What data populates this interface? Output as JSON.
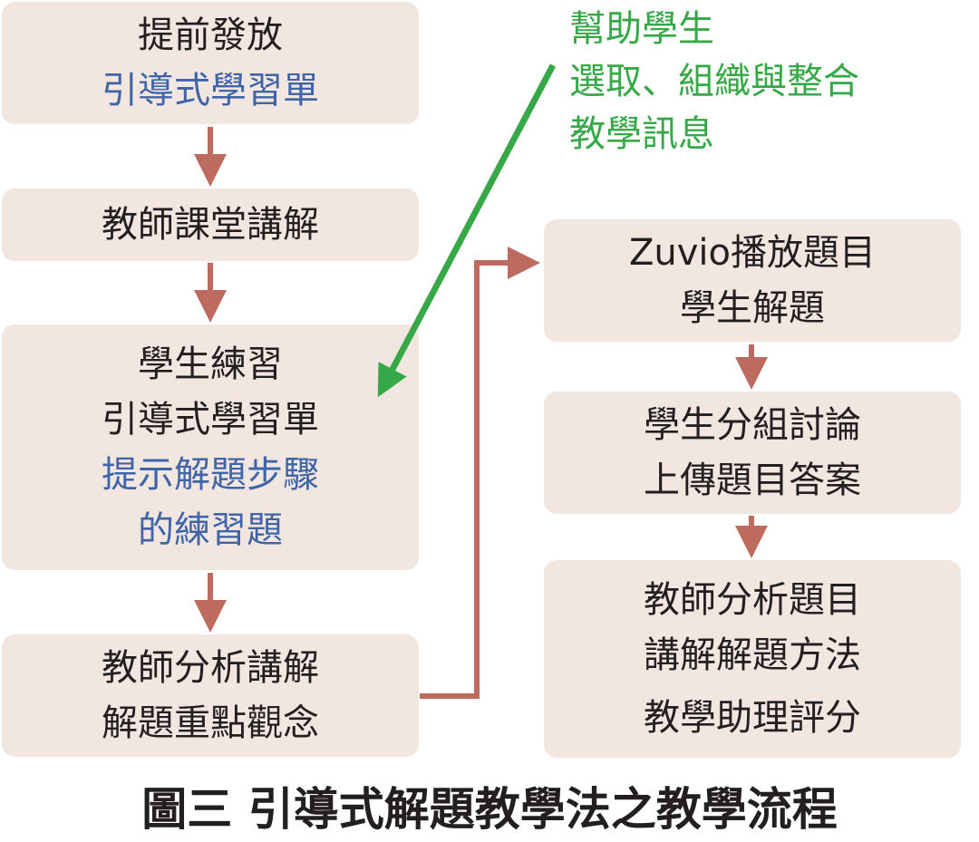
{
  "colors": {
    "box_bg": "#f2e6e1",
    "arrow": "#bd6b5f",
    "green": "#36a847",
    "blue": "#3f64a7",
    "text": "#231f20"
  },
  "left_column": [
    {
      "lines": [
        {
          "text": "提前發放"
        },
        {
          "text": "引導式學習單",
          "emphasis": true
        }
      ]
    },
    {
      "lines": [
        {
          "text": "教師課堂講解"
        }
      ]
    },
    {
      "lines": [
        {
          "text": "學生練習"
        },
        {
          "text": "引導式學習單"
        },
        {
          "text": "提示解題步驟",
          "emphasis": true
        },
        {
          "text": "的練習題",
          "emphasis": true
        }
      ]
    },
    {
      "lines": [
        {
          "text": "教師分析講解"
        },
        {
          "text": "解題重點觀念"
        }
      ]
    }
  ],
  "right_column": [
    {
      "lines": [
        {
          "text": "Zuvio播放題目"
        },
        {
          "text": "學生解題"
        }
      ]
    },
    {
      "lines": [
        {
          "text": "學生分組討論"
        },
        {
          "text": "上傳題目答案"
        }
      ]
    },
    {
      "lines": [
        {
          "text": "教師分析題目"
        },
        {
          "text": "講解解題方法"
        },
        {
          "text": "教學助理評分"
        }
      ]
    }
  ],
  "annotation": {
    "lines": [
      "幫助學生",
      "選取、組織與整合",
      "教學訊息"
    ]
  },
  "caption": "圖三 引導式解題教學法之教學流程"
}
